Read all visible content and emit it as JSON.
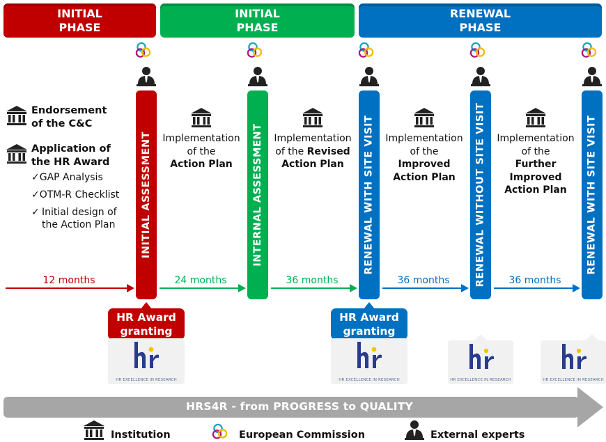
{
  "colors": {
    "red": "#c00000",
    "green": "#00b050",
    "blue": "#0070c0",
    "grey": "#a6a6a6",
    "yellow": "#f5c400"
  },
  "phases": [
    {
      "label": "INITIAL\nPHASE"
    },
    {
      "label": "INITIAL\nPHASE"
    },
    {
      "label": "RENEWAL\nPHASE"
    }
  ],
  "stages": [
    {
      "label": "INITIAL ASSESSMENT"
    },
    {
      "label": "INTERNAL ASSESSMENT"
    },
    {
      "label": "RENEWAL WITH SITE VISIT"
    },
    {
      "label": "RENEWAL WITHOUT SITE VISIT"
    },
    {
      "label": "RENEWAL WITH SITE VISIT"
    }
  ],
  "left_list": {
    "item1": "Endorsement\nof the C&C",
    "item2": "Application of\nthe HR Award",
    "checks": [
      "GAP Analysis",
      "OTM-R Checklist",
      "Initial design of\nthe Action Plan"
    ]
  },
  "implementations": [
    {
      "l1": "Implementation",
      "l2": "of the",
      "b1": "Action Plan",
      "b2": ""
    },
    {
      "l1": "Implementation",
      "l2": "of the ",
      "b0": "Revised",
      "b1": "Action Plan",
      "b2": ""
    },
    {
      "l1": "Implementation",
      "l2": "of the",
      "b1": "Improved",
      "b2": "Action Plan"
    },
    {
      "l1": "Implementation",
      "l2": "of the",
      "b1": "Further",
      "b2": "Improved",
      "b3": "Action Plan"
    }
  ],
  "durations": [
    "12 months",
    "24 months",
    "36 months",
    "36 months",
    "36 months"
  ],
  "grants": [
    "HR Award\ngranting",
    "HR Award\ngranting"
  ],
  "logo_caption": "HR EXCELLENCE IN RESEARCH",
  "progress_banner": "HRS4R - from PROGRESS to QUALITY",
  "legend": {
    "institution": "Institution",
    "commission": "European Commission",
    "experts": "External experts"
  }
}
